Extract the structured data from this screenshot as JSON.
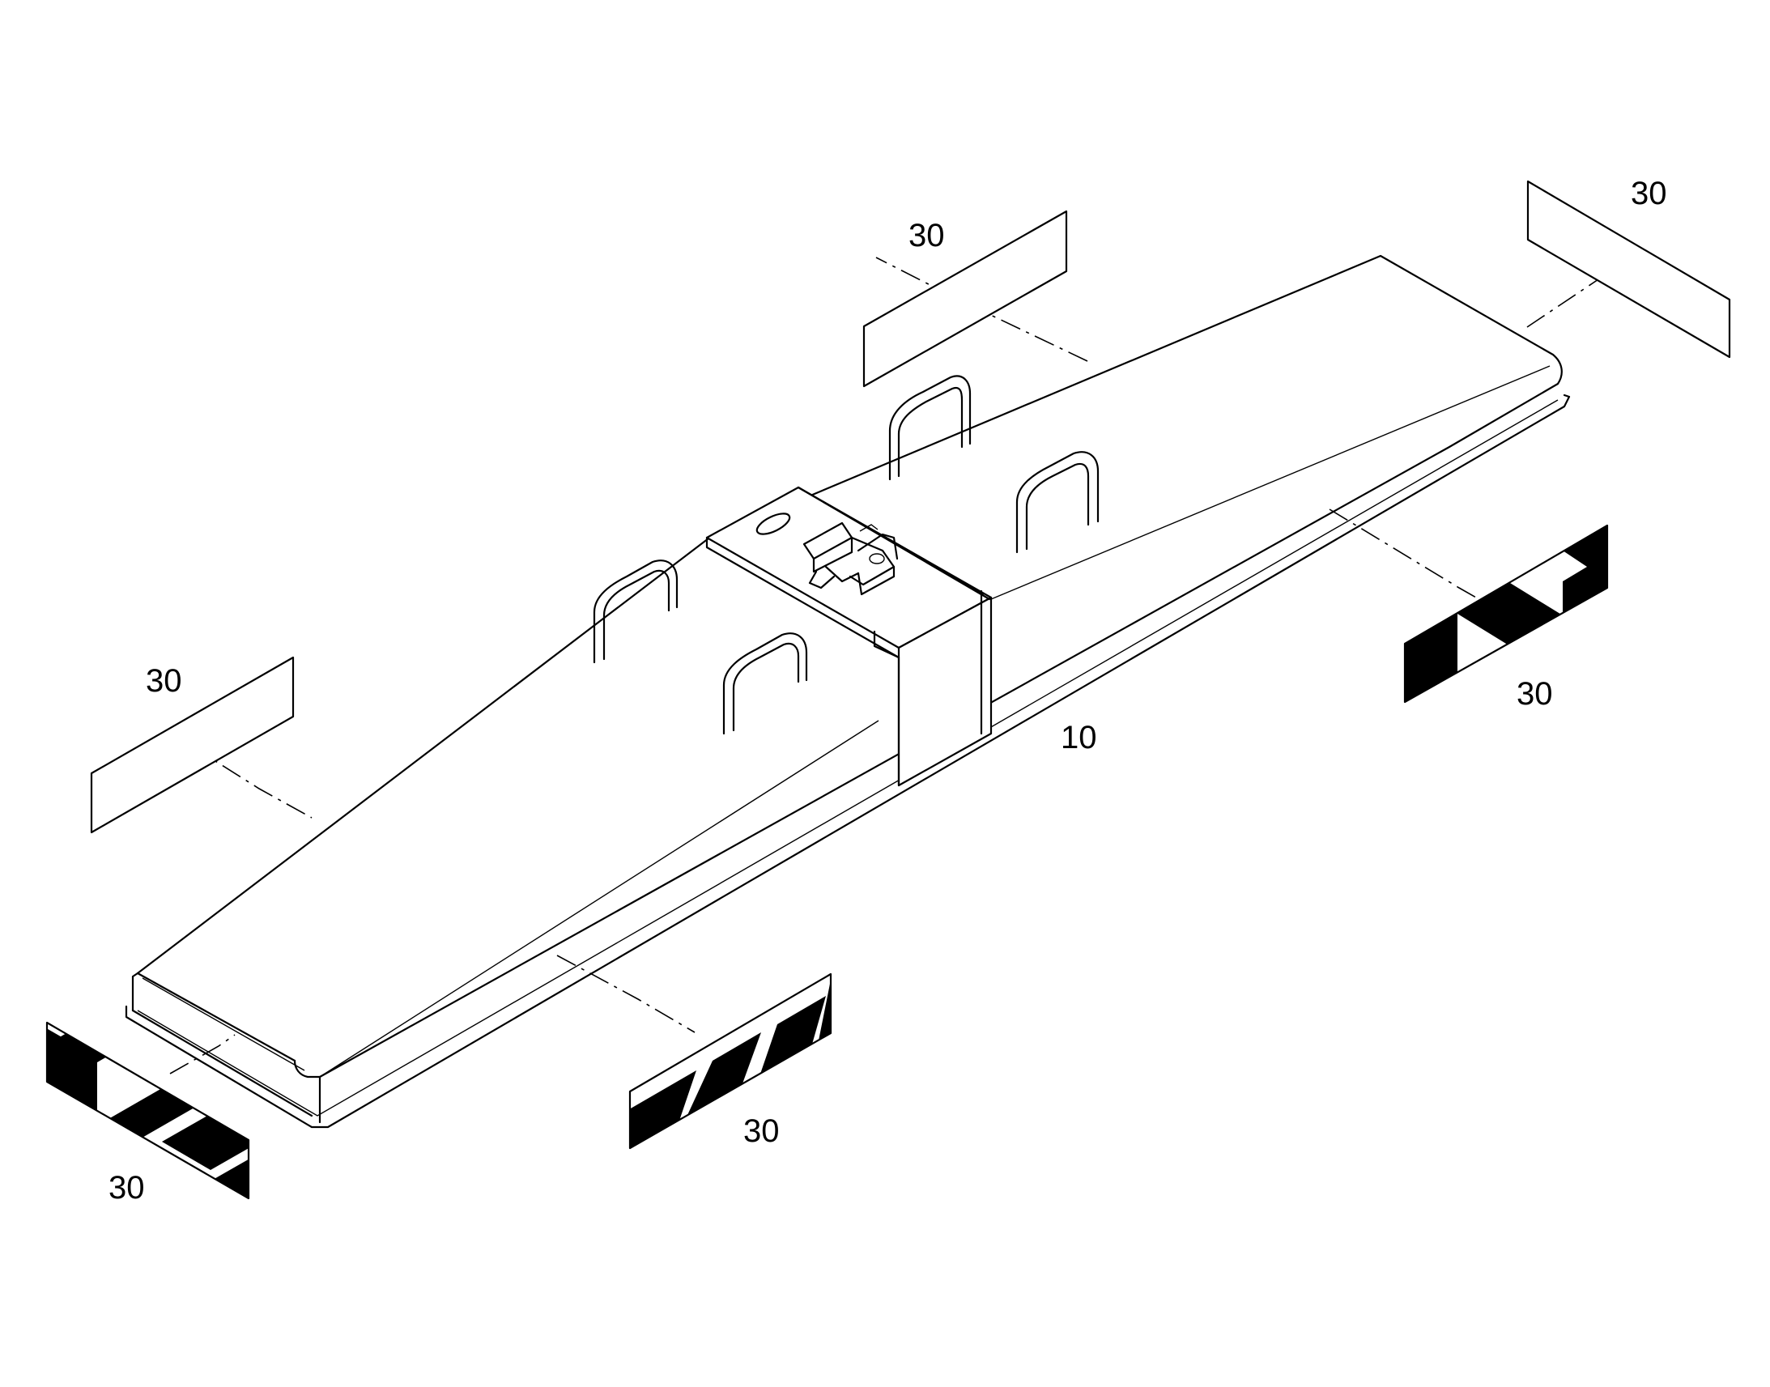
{
  "figure": {
    "labels": {
      "body": "10",
      "plate_top_left": "30",
      "plate_top_middle": "30",
      "plate_top_right": "30",
      "plate_bottom_left": "30",
      "plate_bottom_middle": "30",
      "plate_bottom_right": "30"
    }
  },
  "colors": {
    "stroke": "#000000",
    "background": "#ffffff"
  }
}
